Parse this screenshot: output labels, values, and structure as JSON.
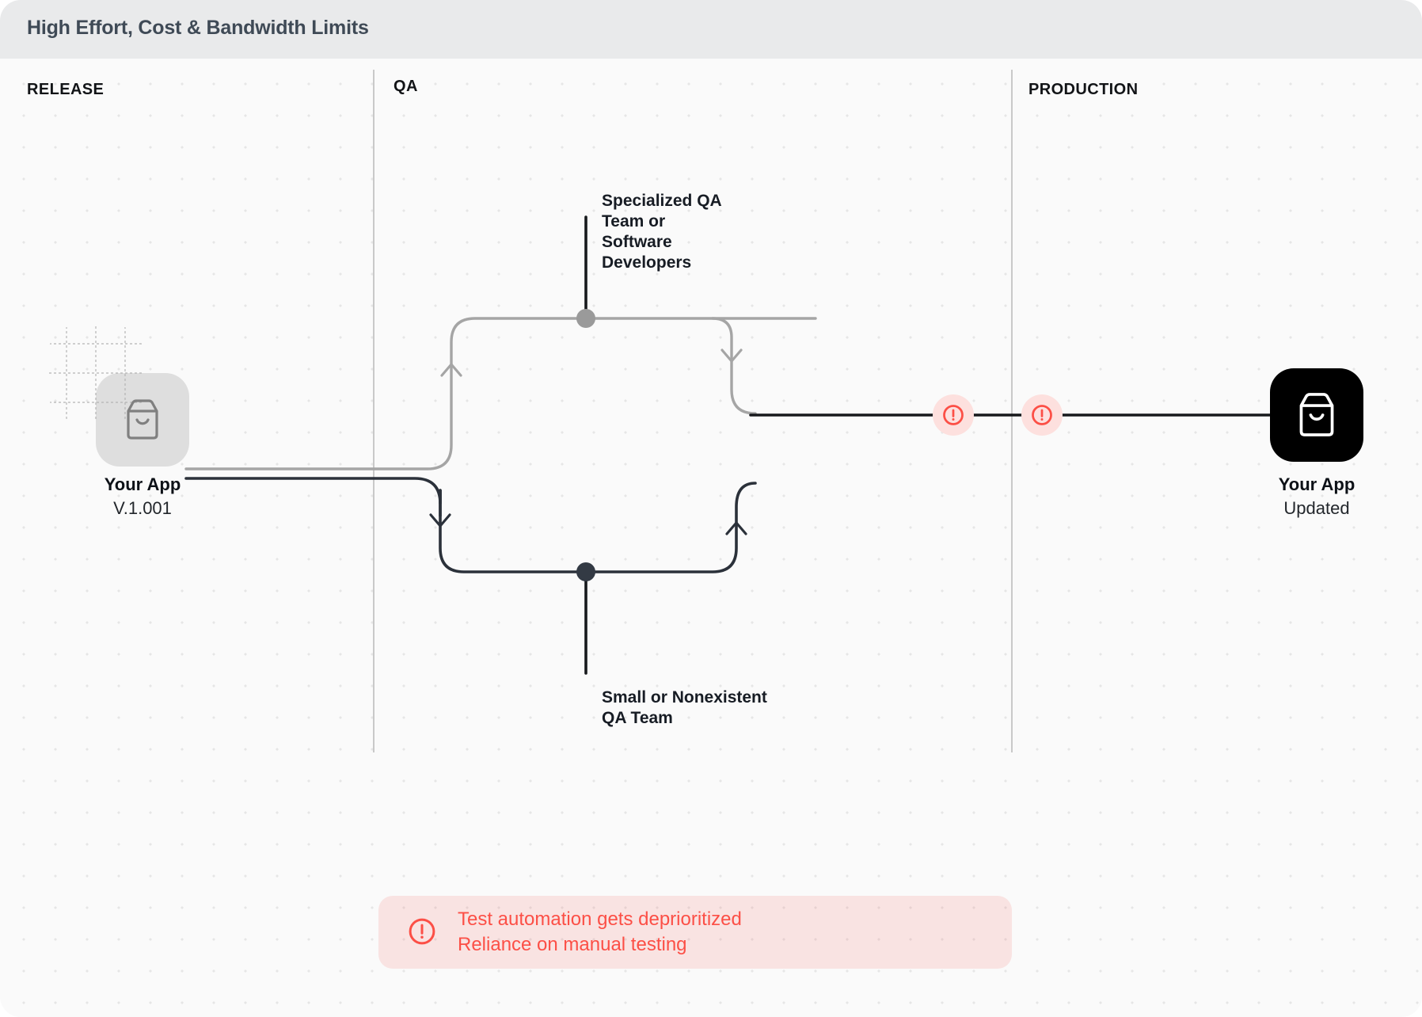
{
  "window": {
    "title": "High Effort, Cost & Bandwidth Limits"
  },
  "lanes": [
    {
      "id": "release",
      "label": "RELEASE"
    },
    {
      "id": "qa",
      "label": "QA"
    },
    {
      "id": "production",
      "label": "PRODUCTION"
    }
  ],
  "nodes": {
    "source_app": {
      "name": "Your App",
      "version": "V.1.001",
      "icon": "shopping-bag-icon"
    },
    "target_app": {
      "name": "Your App",
      "status": "Updated",
      "icon": "shopping-bag-icon"
    }
  },
  "annotations": {
    "top_branch": "Specialized QA\nTeam or\nSoftware\nDevelopers",
    "bottom_branch": "Small or Nonexistent\nQA Team"
  },
  "alert": {
    "icon": "alert-circle-icon",
    "text": "Test automation gets deprioritized\nReliance on manual testing"
  },
  "wire_warnings": [
    {
      "icon": "alert-circle-icon"
    },
    {
      "icon": "alert-circle-icon"
    }
  ],
  "colors": {
    "titlebar_bg": "#e9eaeb",
    "title_text": "#3f4a56",
    "canvas_bg": "#fafafa",
    "dot_grid": "#e6e6e6",
    "lane_divider": "#c9c9c9",
    "path_light": "#a5a5a5",
    "path_dark": "#2b313a",
    "node_light": "#9a9a9a",
    "node_dark": "#333a44",
    "warning_red": "#fc4f46",
    "warning_bg": "#fde0de",
    "tile_light": "#dedede",
    "tile_dark": "#000000"
  }
}
